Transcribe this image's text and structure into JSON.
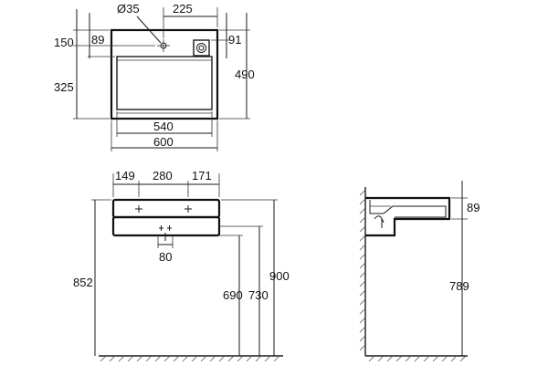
{
  "top_view": {
    "hole_diameter": "Ø35",
    "hole_offset": "225",
    "tap_offset_top": "150",
    "bowl_offset_top": "89",
    "overflow_offset": "91",
    "depth_front": "325",
    "total_depth": "490",
    "bowl_width": "540",
    "total_width": "600"
  },
  "front_view": {
    "left_offset": "149",
    "hole_spacing": "280",
    "right_offset": "171",
    "drain_width": "80",
    "floor_to_top": "852",
    "floor_to_bottom": "690",
    "floor_to_drain": "730",
    "floor_to_rim": "900"
  },
  "side_view": {
    "rim_height": "89",
    "floor_to_bottom": "789"
  }
}
